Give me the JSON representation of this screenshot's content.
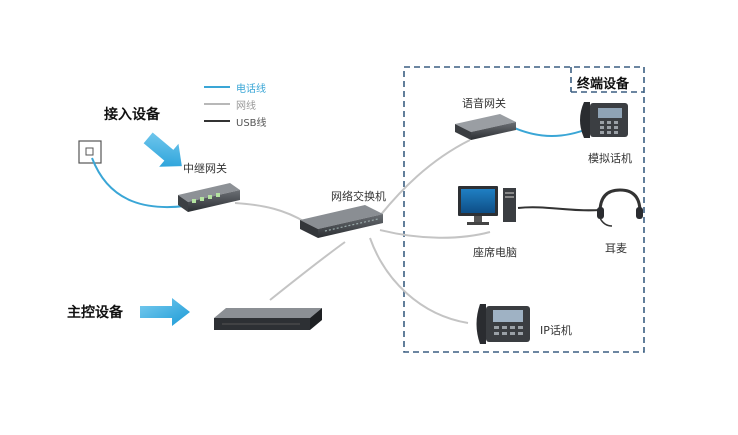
{
  "legend": {
    "phone_line": "电话线",
    "network_line": "网线",
    "usb_line": "USB线",
    "colors": {
      "phone": "#3aa6d6",
      "network": "#b8b8b8",
      "usb": "#333333"
    }
  },
  "groups": {
    "access": "接入设备",
    "control": "主控设备",
    "terminal": "终端设备"
  },
  "devices": {
    "relay_gateway": "中继网关",
    "switch": "网络交换机",
    "voice_gateway": "语音网关",
    "analog_phone": "模拟话机",
    "desktop_pc": "座席电脑",
    "headset": "耳麦",
    "ip_phone": "IP话机"
  },
  "accent_arrow_color": "#29a7df",
  "terminal_border_color": "#3b5f82"
}
